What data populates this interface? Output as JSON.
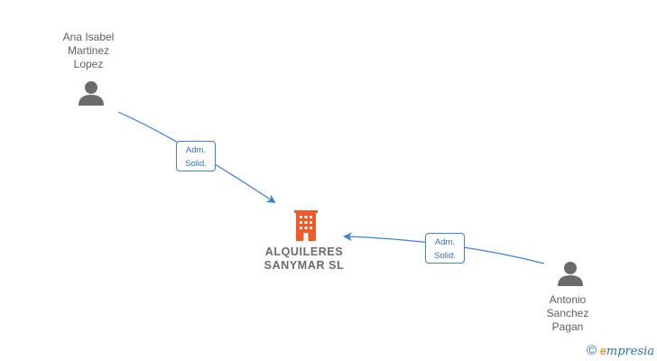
{
  "diagram": {
    "company": {
      "name": "ALQUILERES\nSANYMAR  SL",
      "icon": "building-icon",
      "color": "#f05a28"
    },
    "people": [
      {
        "name": "Ana Isabel\nMartinez\nLopez",
        "icon": "person-icon"
      },
      {
        "name": "Antonio\nSanchez\nPagan",
        "icon": "person-icon"
      }
    ],
    "relations": [
      {
        "from": "Ana Isabel Martinez Lopez",
        "to": "ALQUILERES SANYMAR SL",
        "label": "Adm.\nSolid."
      },
      {
        "from": "Antonio Sanchez Pagan",
        "to": "ALQUILERES SANYMAR SL",
        "label": "Adm.\nSolid."
      }
    ],
    "colors": {
      "edge": "#3b82d6",
      "person": "#6b6b6b"
    }
  },
  "footer": {
    "copyright_symbol": "©",
    "brand_initial": "e",
    "brand_rest": "mpresia"
  }
}
